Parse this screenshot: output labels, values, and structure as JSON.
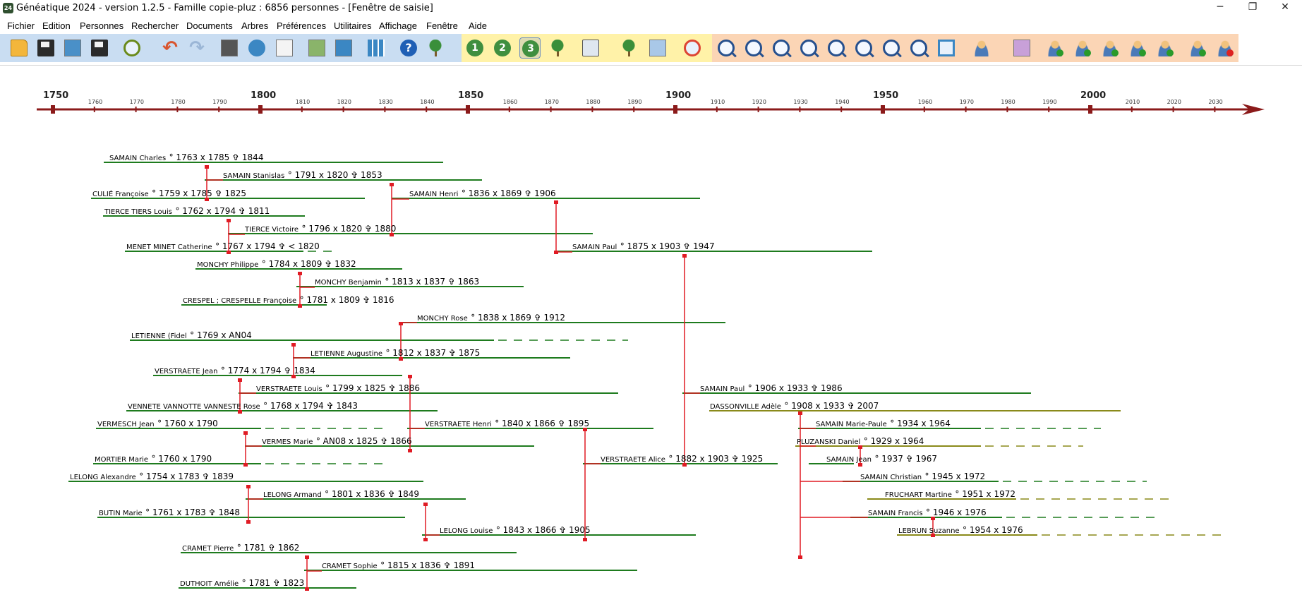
{
  "window": {
    "title": "Généatique 2024 - version 1.2.5 - Famille copie-pluz : 6856 personnes - [Fenêtre de saisie]",
    "app_icon_text": "24",
    "controls": {
      "minimize": "─",
      "restore": "❐",
      "close": "✕"
    }
  },
  "menu": [
    "Fichier",
    "Edition",
    "Personnes",
    "Rechercher",
    "Documents",
    "Arbres",
    "Préférences",
    "Utilitaires",
    "Affichage",
    "Fenêtre",
    "Aide"
  ],
  "toolbar": {
    "group_colors": [
      "#c9ddf2",
      "#fff2a8",
      "#fbd5b5"
    ],
    "buttons": [
      {
        "icon": "open-folder-icon"
      },
      {
        "icon": "save-icon"
      },
      {
        "icon": "import-icon"
      },
      {
        "icon": "backup-icon"
      },
      {
        "icon": "refresh-icon"
      },
      {
        "icon": "undo-icon"
      },
      {
        "icon": "redo-icon"
      },
      {
        "icon": "keyboard-icon"
      },
      {
        "icon": "tools-icon"
      },
      {
        "icon": "document-icon"
      },
      {
        "icon": "edit-icon"
      },
      {
        "icon": "window-icon"
      },
      {
        "icon": "grid-icon"
      },
      {
        "icon": "help-icon"
      },
      {
        "icon": "publish-icon"
      },
      {
        "icon": "view-1-icon",
        "text": "1"
      },
      {
        "icon": "view-2-icon",
        "text": "2"
      },
      {
        "icon": "view-3-icon",
        "text": "3",
        "selected": true
      },
      {
        "icon": "family-view-icon"
      },
      {
        "icon": "print-icon"
      },
      {
        "icon": "tree-tools-icon"
      },
      {
        "icon": "pointer-icon"
      },
      {
        "icon": "map-icon"
      },
      {
        "icon": "zoom-1-icon"
      },
      {
        "icon": "zoom-fit-icon"
      },
      {
        "icon": "zoom-page-icon"
      },
      {
        "icon": "zoom-out-icon"
      },
      {
        "icon": "zoom-in-icon"
      },
      {
        "icon": "zoom-reset-icon"
      },
      {
        "icon": "zoom-width-out-icon"
      },
      {
        "icon": "zoom-width-in-icon"
      },
      {
        "icon": "fullscreen-icon"
      },
      {
        "icon": "person-search-icon"
      },
      {
        "icon": "merge-icon"
      },
      {
        "icon": "add-father-icon"
      },
      {
        "icon": "add-mother-icon"
      },
      {
        "icon": "add-couple-icon"
      },
      {
        "icon": "add-child-icon"
      },
      {
        "icon": "add-sibling-icon"
      },
      {
        "icon": "add-person-icon"
      },
      {
        "icon": "delete-person-icon"
      }
    ]
  },
  "timeline": {
    "start_year": 1750,
    "end_year": 2030,
    "color": "#8b1a1a",
    "major_labels": [
      "1750",
      "1800",
      "1850",
      "1900",
      "1950",
      "2000"
    ],
    "minor_labels": [
      "1760",
      "1770",
      "1780",
      "1790",
      "1810",
      "1820",
      "1830",
      "1840",
      "1860",
      "1870",
      "1880",
      "1890",
      "1910",
      "1920",
      "1930",
      "1940",
      "1960",
      "1970",
      "1980",
      "1990",
      "2010",
      "2020",
      "2030"
    ]
  },
  "colors": {
    "line_green": "#1e7b1e",
    "line_olive": "#8a8a1a",
    "connector": "#e01b24"
  },
  "people": [
    {
      "name": "SAMAIN Charles",
      "dates": "° 1763  x 1785  ✞ 1844",
      "color": "green"
    },
    {
      "name": "SAMAIN Stanislas",
      "dates": "° 1791  x 1820  ✞ 1853",
      "color": "green"
    },
    {
      "name": "CULIÉ Françoise",
      "dates": "° 1759  x 1785  ✞ 1825",
      "color": "green"
    },
    {
      "name": "SAMAIN Henri",
      "dates": "° 1836  x 1869  ✞ 1906",
      "color": "green"
    },
    {
      "name": "TIERCE TIERS Louis",
      "dates": "° 1762  x 1794  ✞ 1811",
      "color": "green"
    },
    {
      "name": "TIERCE Victoire",
      "dates": "° 1796  x 1820  ✞ 1880",
      "color": "green"
    },
    {
      "name": "MENET MINET Catherine",
      "dates": "° 1767  x 1794  ✞ < 1820",
      "color": "green"
    },
    {
      "name": "SAMAIN Paul",
      "dates": "° 1875  x 1903  ✞ 1947",
      "color": "green"
    },
    {
      "name": "MONCHY Philippe",
      "dates": "° 1784  x 1809  ✞ 1832",
      "color": "green"
    },
    {
      "name": "MONCHY Benjamin",
      "dates": "° 1813  x 1837  ✞ 1863",
      "color": "green"
    },
    {
      "name": "CRESPEL ; CRESPELLE Françoise",
      "dates": "° 1781  x 1809  ✞ 1816",
      "color": "green"
    },
    {
      "name": "MONCHY Rose",
      "dates": "° 1838  x 1869  ✞ 1912",
      "color": "green"
    },
    {
      "name": "LETIENNE (Fidel",
      "dates": "° 1769  x AN04",
      "color": "green"
    },
    {
      "name": "LETIENNE Augustine",
      "dates": "° 1812  x 1837  ✞ 1875",
      "color": "green"
    },
    {
      "name": "VERSTRAETE Jean",
      "dates": "° 1774  x 1794  ✞ 1834",
      "color": "green"
    },
    {
      "name": "VERSTRAETE Louis",
      "dates": "° 1799  x 1825  ✞ 1886",
      "color": "green"
    },
    {
      "name": "SAMAIN Paul",
      "dates": "° 1906  x 1933  ✞ 1986",
      "color": "green"
    },
    {
      "name": "VENNETE VANNOTTE VANNESTE Rose",
      "dates": "° 1768  x 1794  ✞ 1843",
      "color": "green"
    },
    {
      "name": "DASSONVILLE Adèle",
      "dates": "° 1908  x 1933  ✞ 2007",
      "color": "olive"
    },
    {
      "name": "VERMESCH Jean",
      "dates": "° 1760  x 1790",
      "color": "green"
    },
    {
      "name": "VERSTRAETE Henri",
      "dates": "° 1840  x 1866  ✞ 1895",
      "color": "green"
    },
    {
      "name": "SAMAIN Marie-Paule",
      "dates": "° 1934  x 1964",
      "color": "green"
    },
    {
      "name": "PLUZANSKI Daniel",
      "dates": "° 1929  x 1964",
      "color": "olive"
    },
    {
      "name": "VERMES Marie",
      "dates": "° AN08  x 1825  ✞ 1866",
      "color": "green"
    },
    {
      "name": "MORTIER Marie",
      "dates": "° 1760  x 1790",
      "color": "green"
    },
    {
      "name": "SAMAIN Jean",
      "dates": "° 1937  ✞ 1967",
      "color": "green"
    },
    {
      "name": "VERSTRAETE Alice",
      "dates": "° 1882  x 1903  ✞ 1925",
      "color": "green"
    },
    {
      "name": "LELONG Alexandre",
      "dates": "° 1754  x 1783  ✞ 1839",
      "color": "green"
    },
    {
      "name": "SAMAIN Christian",
      "dates": "° 1945  x 1972",
      "color": "green"
    },
    {
      "name": "LELONG Armand",
      "dates": "° 1801  x 1836  ✞ 1849",
      "color": "green"
    },
    {
      "name": "FRUCHART Martine",
      "dates": "° 1951  x 1972",
      "color": "olive"
    },
    {
      "name": "BUTIN Marie",
      "dates": "° 1761  x 1783  ✞ 1848",
      "color": "green"
    },
    {
      "name": "SAMAIN Francis",
      "dates": "° 1946  x 1976",
      "color": "green"
    },
    {
      "name": "LELONG Louise",
      "dates": "° 1843  x 1866  ✞ 1905",
      "color": "green"
    },
    {
      "name": "LEBRUN Suzanne",
      "dates": "° 1954  x 1976",
      "color": "olive"
    },
    {
      "name": "CRAMET Pierre",
      "dates": "° 1781  ✞ 1862",
      "color": "green"
    },
    {
      "name": "CRAMET Sophie",
      "dates": "° 1815  x 1836  ✞ 1891",
      "color": "green"
    },
    {
      "name": "DUTHOIT Amélie",
      "dates": "° 1781  ✞ 1823",
      "color": "green"
    }
  ]
}
